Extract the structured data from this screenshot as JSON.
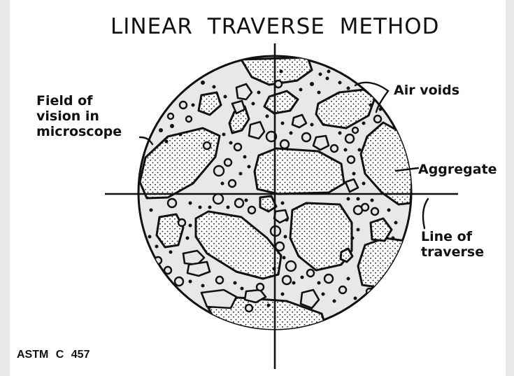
{
  "title": "LINEAR TRAVERSE METHOD",
  "labels": {
    "field_of_vision": [
      "Field of",
      "vision in",
      "microscope"
    ],
    "air_voids": "Air voids",
    "aggregate": "Aggregate",
    "line_of_traverse": [
      "Line of",
      "traverse"
    ]
  },
  "source": "ASTM C 457",
  "colors": {
    "background": "#ffffff",
    "field": "#e8e8e8",
    "ink": "#111111"
  }
}
